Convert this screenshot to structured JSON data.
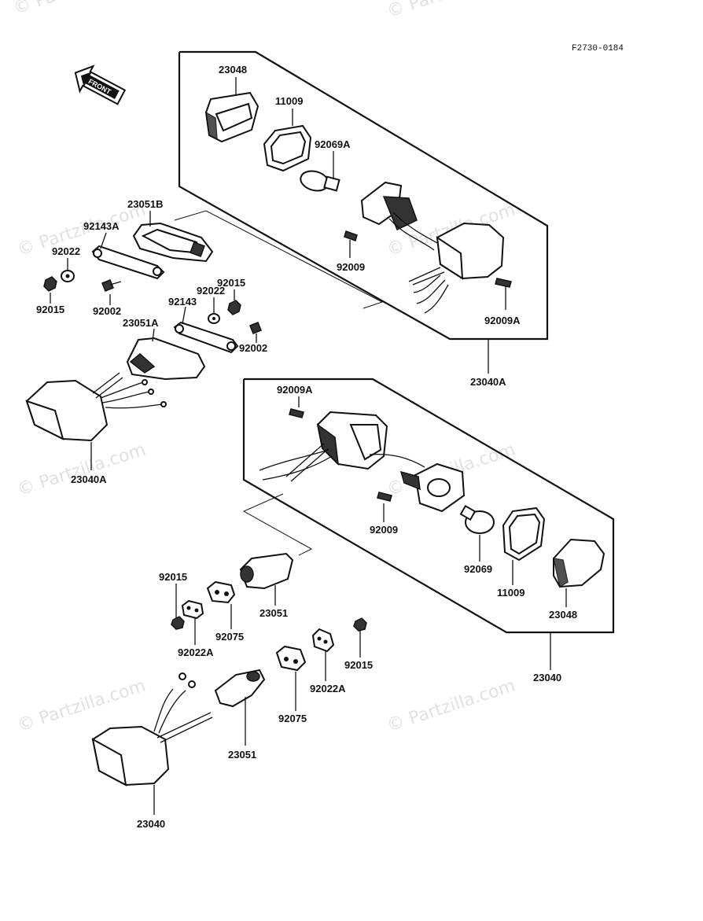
{
  "diagram": {
    "code": "F2730-0184",
    "front_label": "FRONT",
    "watermark": "© Partzilla.com",
    "labels": {
      "p23048_top": "23048",
      "p11009_top": "11009",
      "p92069A": "92069A",
      "p23051B": "23051B",
      "p92143A": "92143A",
      "p92022_left": "92022",
      "p92015_left": "92015",
      "p92002_left": "92002",
      "p92009_top": "92009",
      "p92009A_top": "92009A",
      "p92022_mid": "92022",
      "p92015_mid": "92015",
      "p92143": "92143",
      "p23051A": "23051A",
      "p92002_mid": "92002",
      "p23040A_left": "23040A",
      "p23040A_right": "23040A",
      "p92009A_low": "92009A",
      "p92009_low": "92009",
      "p92069": "92069",
      "p11009_low": "11009",
      "p23048_low": "23048",
      "p23040_right": "23040",
      "p92015_a": "92015",
      "p92075_a": "92075",
      "p23051_a": "23051",
      "p92022A_a": "92022A",
      "p92015_b": "92015",
      "p92022A_b": "92022A",
      "p92075_b": "92075",
      "p23051_b": "23051",
      "p23040_bottom": "23040"
    }
  }
}
